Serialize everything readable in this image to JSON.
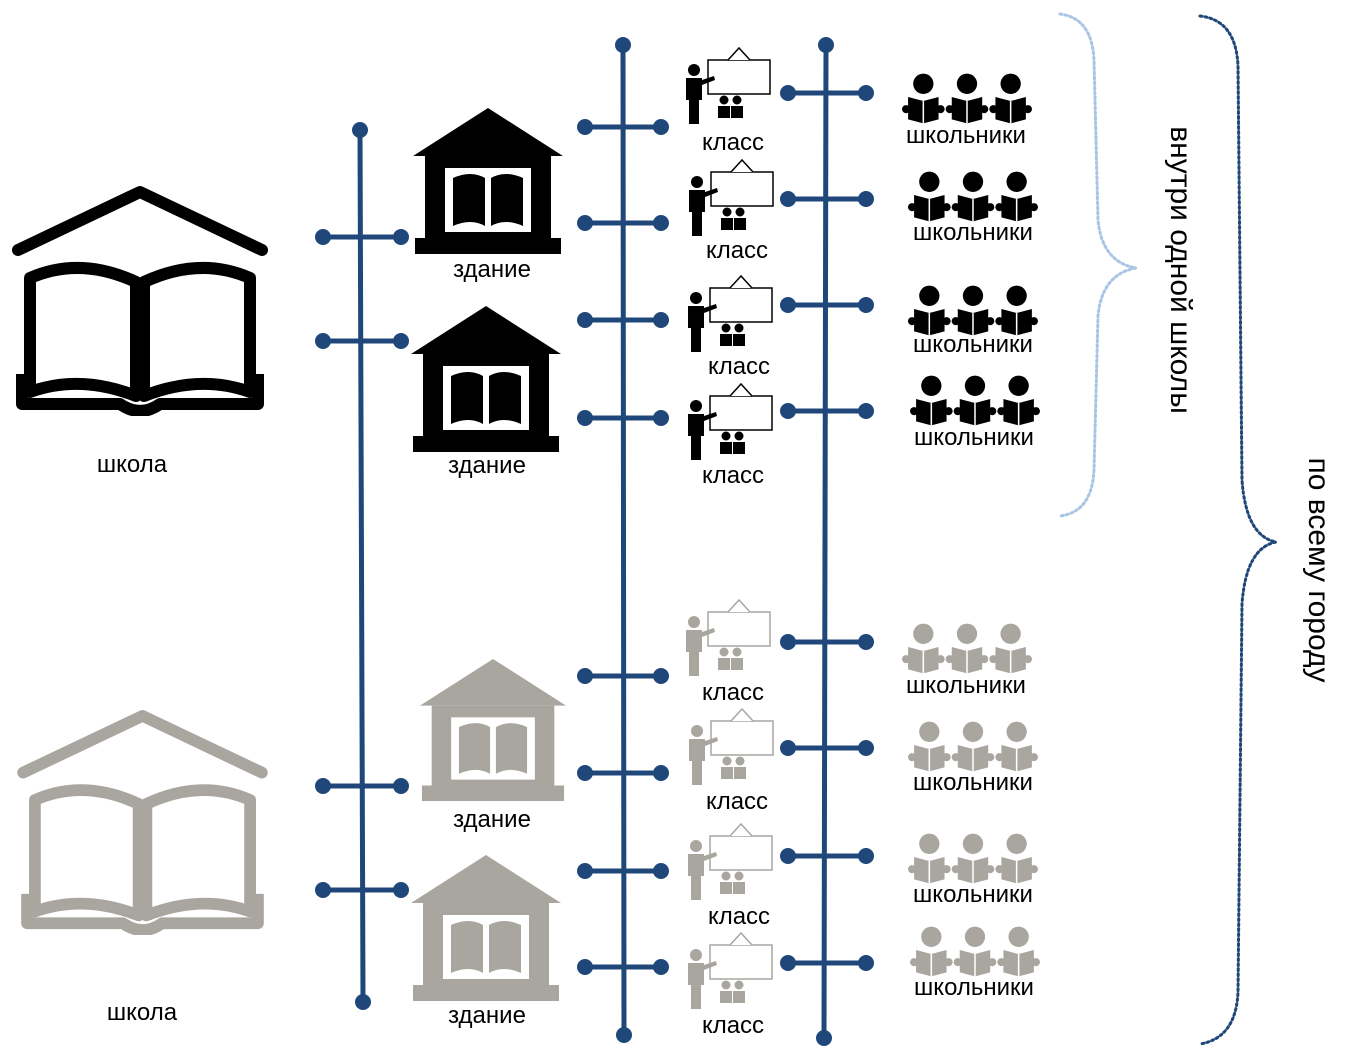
{
  "colors": {
    "line": "#1f477a",
    "active_icon": "#000000",
    "inactive_icon": "#a9a6a0",
    "brace_inner": "#a9c4e4",
    "brace_outer": "#1f477a"
  },
  "icons": {
    "school": "open-book-house-icon",
    "building": "school-building-icon",
    "classroom": "teacher-board-icon",
    "students": "students-reading-icon"
  },
  "labels": {
    "school": "школа",
    "building": "здание",
    "classroom": "класс",
    "students": "школьники"
  },
  "braces": {
    "inner": "внутри одной школы",
    "outer": "по всему городу"
  },
  "hierarchy": [
    {
      "label": "школа",
      "state": "active",
      "buildings": [
        {
          "label": "здание",
          "classes": [
            {
              "label": "класс",
              "students": "школьники"
            },
            {
              "label": "класс",
              "students": "школьники"
            }
          ]
        },
        {
          "label": "здание",
          "classes": [
            {
              "label": "класс",
              "students": "школьники"
            },
            {
              "label": "класс",
              "students": "школьники"
            }
          ]
        }
      ]
    },
    {
      "label": "школа",
      "state": "inactive",
      "buildings": [
        {
          "label": "здание",
          "classes": [
            {
              "label": "класс",
              "students": "школьники"
            },
            {
              "label": "класс",
              "students": "школьники"
            }
          ]
        },
        {
          "label": "здание",
          "classes": [
            {
              "label": "класс",
              "students": "школьники"
            },
            {
              "label": "класс",
              "students": "школьники"
            }
          ]
        }
      ]
    }
  ]
}
